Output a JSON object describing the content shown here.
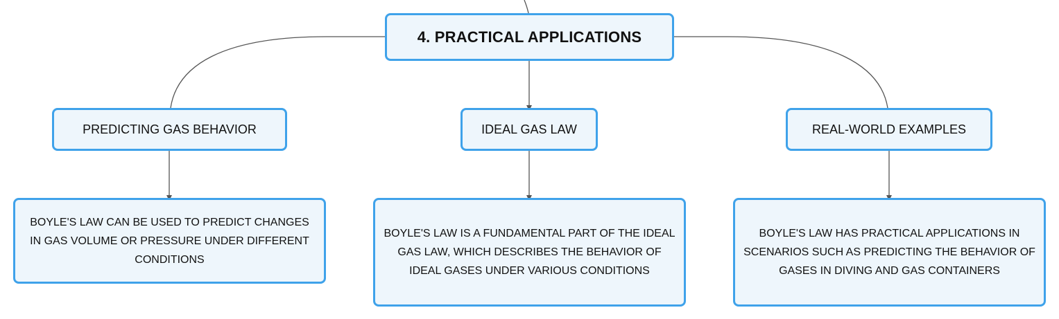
{
  "diagram": {
    "root": {
      "label": "4. PRACTICAL APPLICATIONS"
    },
    "branches": [
      {
        "label": "PREDICTING GAS BEHAVIOR",
        "detail": "BOYLE'S LAW CAN BE USED TO PREDICT CHANGES IN GAS VOLUME OR PRESSURE UNDER DIFFERENT CONDITIONS"
      },
      {
        "label": "IDEAL GAS LAW",
        "detail": "BOYLE'S LAW IS A FUNDAMENTAL PART OF THE IDEAL GAS LAW, WHICH DESCRIBES THE BEHAVIOR OF IDEAL GASES UNDER VARIOUS CONDITIONS"
      },
      {
        "label": "REAL-WORLD EXAMPLES",
        "detail": "BOYLE'S LAW HAS PRACTICAL APPLICATIONS IN SCENARIOS SUCH AS PREDICTING THE BEHAVIOR OF GASES IN DIVING AND GAS CONTAINERS"
      }
    ],
    "colors": {
      "node_border": "#3fa2ea",
      "node_fill": "#eef6fc",
      "connector": "#555555",
      "text": "#111111"
    }
  }
}
